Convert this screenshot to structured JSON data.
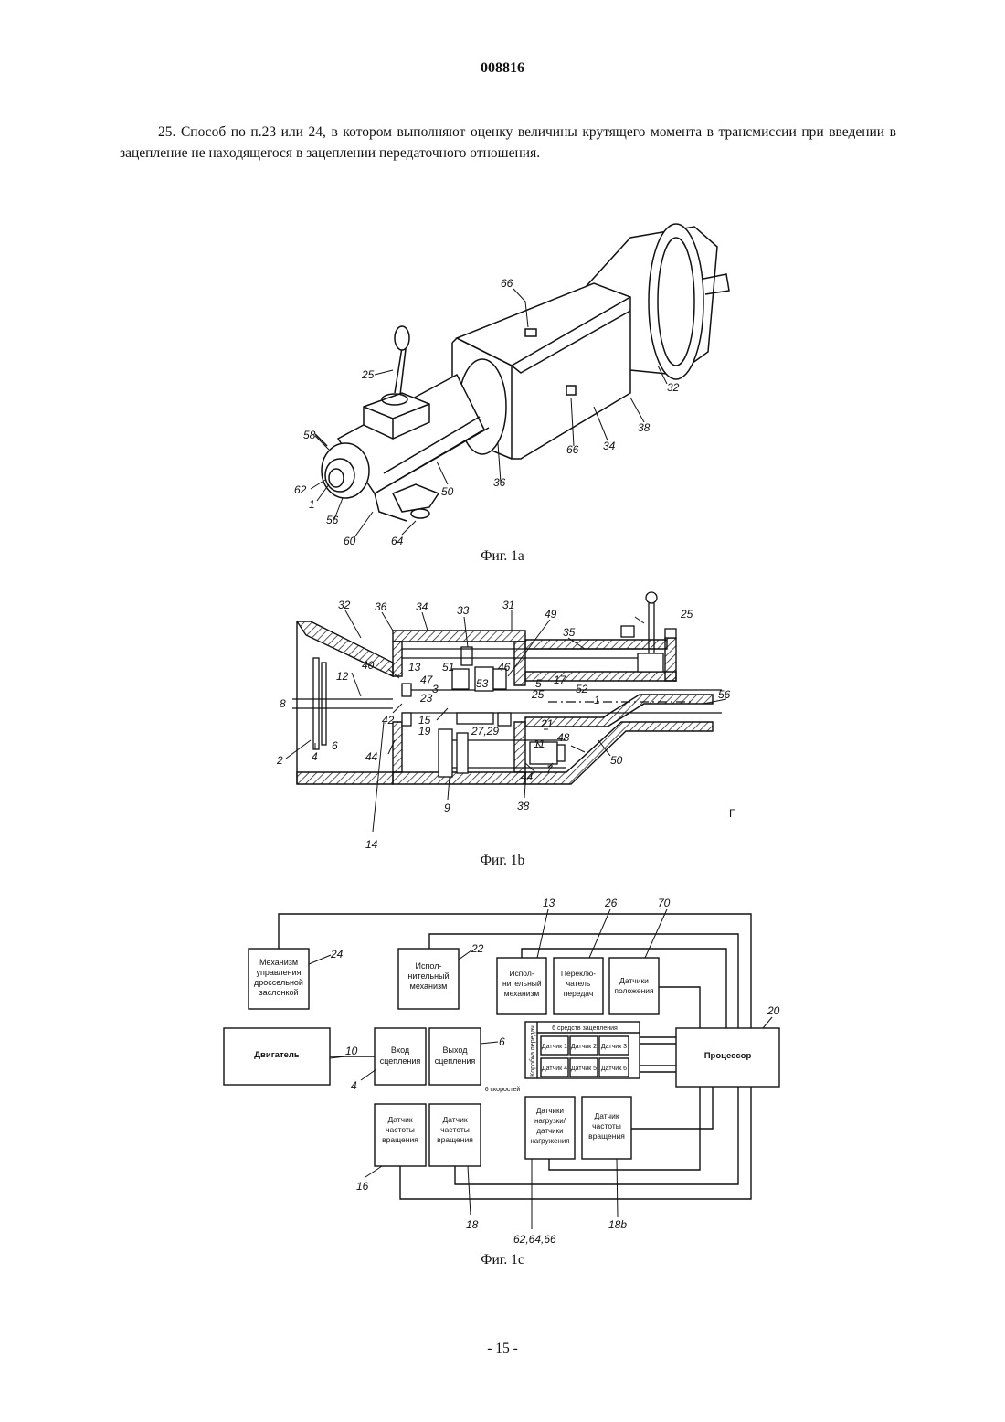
{
  "header": {
    "doc_number": "008816"
  },
  "claim": {
    "text": "25. Способ по п.23 или 24, в котором выполняют оценку величины крутящего момента в трансмиссии при введении в зацепление не находящегося в зацеплении передаточного отношения."
  },
  "fig1a": {
    "caption": "Фиг. 1a",
    "labels": {
      "l66a": "66",
      "l25": "25",
      "l58": "58",
      "l62": "62",
      "l1": "1",
      "l56": "56",
      "l60": "60",
      "l64": "64",
      "l50": "50",
      "l36": "36",
      "l66b": "66",
      "l34": "34",
      "l38": "38",
      "l32": "32"
    }
  },
  "fig1b": {
    "caption": "Фиг. 1b",
    "labels": {
      "l32": "32",
      "l36": "36",
      "l34": "34",
      "l33": "33",
      "l31": "31",
      "l49": "49",
      "l25a": "25",
      "l35": "35",
      "l40": "40",
      "l12": "12",
      "l13": "13",
      "l51": "51",
      "l47": "47",
      "l3": "3",
      "l23": "23",
      "l53": "53",
      "l46": "46",
      "l5": "5",
      "l17": "17",
      "l52": "52",
      "l25b": "25",
      "l1": "1",
      "l56": "56",
      "l8": "8",
      "l42": "42",
      "l15": "15",
      "l19": "19",
      "l2729": "27,29",
      "l21": "21",
      "l48": "48",
      "l11": "11",
      "l7": "7",
      "l44a": "44",
      "l44b": "44",
      "l50": "50",
      "l2": "2",
      "l4": "4",
      "l6": "6",
      "l9": "9",
      "l38": "38",
      "l14": "14",
      "lG": "Г"
    }
  },
  "fig1c": {
    "caption": "Фиг. 1c",
    "blocks": {
      "throttle": "Механизм управления дроссельной заслонкой",
      "engine": "Двигатель",
      "actuator22": "Испол- нительный механизм",
      "clutch_in": "Вход сцепления",
      "clutch_out": "Выход сцепления",
      "actuator13": "Испол- нительный механизм",
      "selector": "Переклю- чатель передач",
      "pos_sensors": "Датчики положения",
      "gearbox": "Коробка передач",
      "engage_means": "6 средств зацепления",
      "speeds": "6 скоростей",
      "sensor1": "Датчик 1",
      "sensor2": "Датчик 2",
      "sensor3": "Датчик 3",
      "sensor4": "Датчик 4",
      "sensor5": "Датчик 5",
      "sensor6": "Датчик 6",
      "processor": "Процессор",
      "speed16": "Датчик частоты вращения",
      "speed18": "Датчик частоты вращения",
      "load": "Датчики нагрузки/ датчики нагружения",
      "speed18b": "Датчик частоты вращения"
    },
    "labels": {
      "l24": "24",
      "l22": "22",
      "l13": "13",
      "l26": "26",
      "l70": "70",
      "l20": "20",
      "l10": "10",
      "l4": "4",
      "l6": "6",
      "l16": "16",
      "l18": "18",
      "l626466": "62,64,66",
      "l18b": "18b"
    }
  },
  "footer": {
    "page_number": "- 15 -"
  }
}
